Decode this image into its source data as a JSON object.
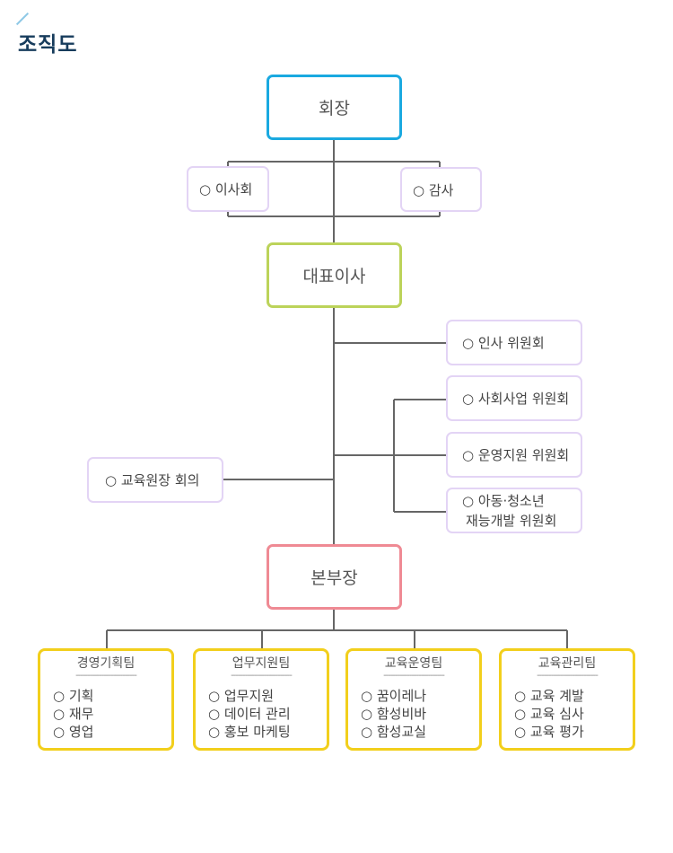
{
  "page": {
    "title": "조직도"
  },
  "nodes": {
    "chairman": "회장",
    "board": "○ 이사회",
    "audit": "○ 감사",
    "ceo": "대표이사",
    "hr_committee": "○ 인사 위원회",
    "social_committee": "○ 사회사업 위원회",
    "ops_committee": "○ 운영지원 위원회",
    "youth_committee_line1": "○ 아동·청소년",
    "youth_committee_line2": "재능개발 위원회",
    "principals_meeting": "○ 교육원장 회의",
    "hq_director": "본부장"
  },
  "teams": [
    {
      "name": "경영기획팀",
      "divider": "--------------------------",
      "items": [
        "○ 기획",
        "○ 재무",
        "○ 영업"
      ]
    },
    {
      "name": "업무지원팀",
      "divider": "--------------------------",
      "items": [
        "○ 업무지원",
        "○ 데이터 관리",
        "○ 홍보 마케팅"
      ]
    },
    {
      "name": "교육운영팀",
      "divider": "--------------------------",
      "items": [
        "○ 꿈이레나",
        "○ 함성비바",
        "○ 함성교실"
      ]
    },
    {
      "name": "교육관리팀",
      "divider": "--------------------------",
      "items": [
        "○ 교육 계발",
        "○ 교육 심사",
        "○ 교육 평가"
      ]
    }
  ],
  "colors": {
    "chairman_border": "#1aa9e0",
    "ceo_border": "#bcd35a",
    "hq_border": "#ef8a94",
    "sub_border": "#e3d4f5",
    "team_border": "#f2cf1c",
    "line": "#666666",
    "title": "#173c5c"
  }
}
